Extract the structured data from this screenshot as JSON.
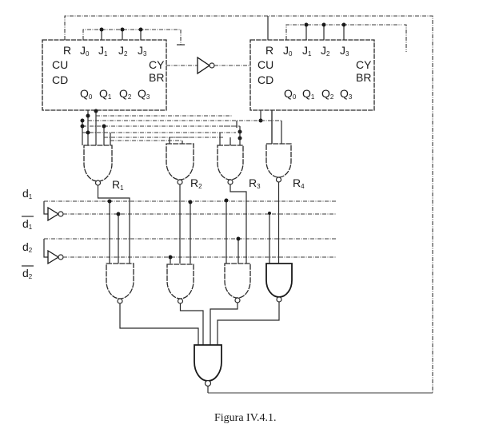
{
  "caption": "Figura IV.4.1.",
  "counter_left": {
    "inputs_top": [
      {
        "main": "R",
        "sub": ""
      },
      {
        "main": "J",
        "sub": "0"
      },
      {
        "main": "J",
        "sub": "1"
      },
      {
        "main": "J",
        "sub": "2"
      },
      {
        "main": "J",
        "sub": "3"
      }
    ],
    "left_pins": [
      "CU",
      "CD"
    ],
    "right_pins": [
      "CY",
      "BR"
    ],
    "outputs": [
      {
        "main": "Q",
        "sub": "0"
      },
      {
        "main": "Q",
        "sub": "1"
      },
      {
        "main": "Q",
        "sub": "2"
      },
      {
        "main": "Q",
        "sub": "3"
      }
    ]
  },
  "counter_right": {
    "inputs_top": [
      {
        "main": "R",
        "sub": ""
      },
      {
        "main": "J",
        "sub": "0"
      },
      {
        "main": "J",
        "sub": "1"
      },
      {
        "main": "J",
        "sub": "2"
      },
      {
        "main": "J",
        "sub": "3"
      }
    ],
    "left_pins": [
      "CU",
      "CD"
    ],
    "right_pins": [
      "CY",
      "BR"
    ],
    "outputs": [
      {
        "main": "Q",
        "sub": "0"
      },
      {
        "main": "Q",
        "sub": "1"
      },
      {
        "main": "Q",
        "sub": "2"
      },
      {
        "main": "Q",
        "sub": "3"
      }
    ]
  },
  "decoder_gates": [
    {
      "main": "R",
      "sub": "1"
    },
    {
      "main": "R",
      "sub": "2"
    },
    {
      "main": "R",
      "sub": "3"
    },
    {
      "main": "R",
      "sub": "4"
    }
  ],
  "data_lines": [
    {
      "main": "d",
      "sub": "1",
      "negated": false
    },
    {
      "main": "d",
      "sub": "1",
      "negated": true
    },
    {
      "main": "d",
      "sub": "2",
      "negated": false
    },
    {
      "main": "d",
      "sub": "2",
      "negated": true
    }
  ]
}
